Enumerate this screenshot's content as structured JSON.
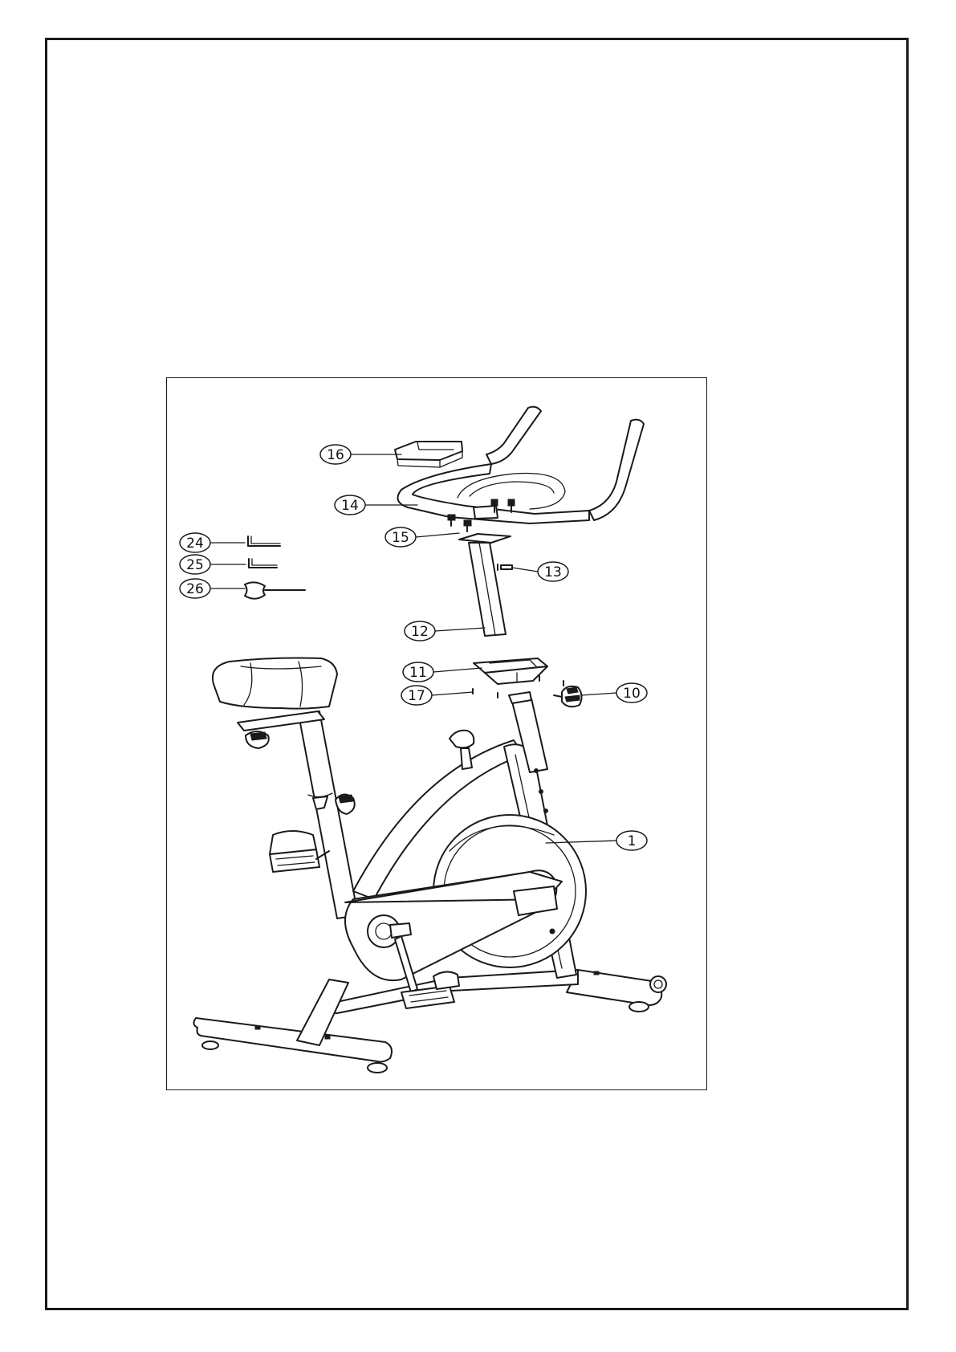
{
  "diagram": {
    "part_labels": {
      "p1": "1",
      "p10": "10",
      "p11": "11",
      "p12": "12",
      "p13": "13",
      "p14": "14",
      "p15": "15",
      "p16": "16",
      "p17": "17",
      "p24": "24",
      "p25": "25",
      "p26": "26"
    }
  }
}
